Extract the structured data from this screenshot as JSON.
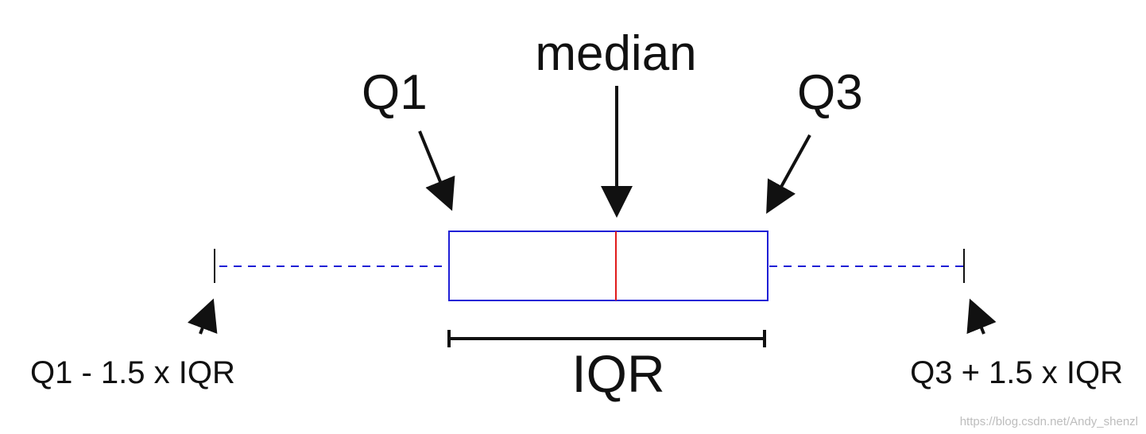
{
  "labels": {
    "q1": "Q1",
    "median": "median",
    "q3": "Q3",
    "iqr": "IQR",
    "lower_fence": "Q1 - 1.5 x IQR",
    "upper_fence": "Q3 + 1.5 x IQR"
  },
  "watermark": "https://blog.csdn.net/Andy_shenzl",
  "colors": {
    "box": "#1f1fd6",
    "median_line": "#e01b1b",
    "whisker": "#1f1fd6",
    "arrows": "#111111",
    "text": "#111111"
  }
}
